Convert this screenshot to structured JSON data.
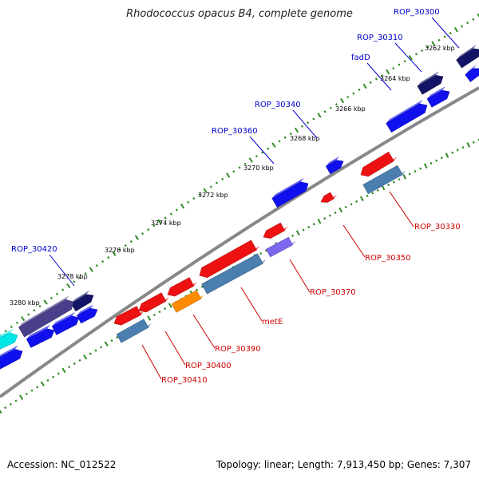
{
  "title": "Rhodococcus opacus B4, complete genome",
  "footer": {
    "accession": "Accession: NC_012522",
    "summary": "Topology: linear; Length: 7,913,450 bp; Genes: 7,307"
  },
  "colors": {
    "backbone": "#888888",
    "tick_ring": "#2e8b22",
    "forward_label": "#0000cc",
    "reverse_label": "#cc0000",
    "blue_gene": "#1010ee",
    "navy_gene": "#141466",
    "purple_gene": "#4a3f8a",
    "cyan_gene": "#00e5e5",
    "red_gene": "#ee1111",
    "steel_gene": "#4a7fb0",
    "orange_gene": "#ff8c00",
    "lavender_gene": "#7b68ee"
  },
  "kbp_ticks": [
    "3262 kbp",
    "3264 kbp",
    "3266 kbp",
    "3268 kbp",
    "3270 kbp",
    "3272 kbp",
    "3274 kbp",
    "3276 kbp",
    "3278 kbp",
    "3280 kbp"
  ],
  "forward_labels": [
    "ROP_30300",
    "ROP_30310",
    "fadD",
    "ROP_30340",
    "ROP_30360",
    "ROP_30420"
  ],
  "reverse_labels": [
    "ROP_30330",
    "ROP_30350",
    "ROP_30370",
    "metE",
    "ROP_30390",
    "ROP_30400",
    "ROP_30410"
  ]
}
